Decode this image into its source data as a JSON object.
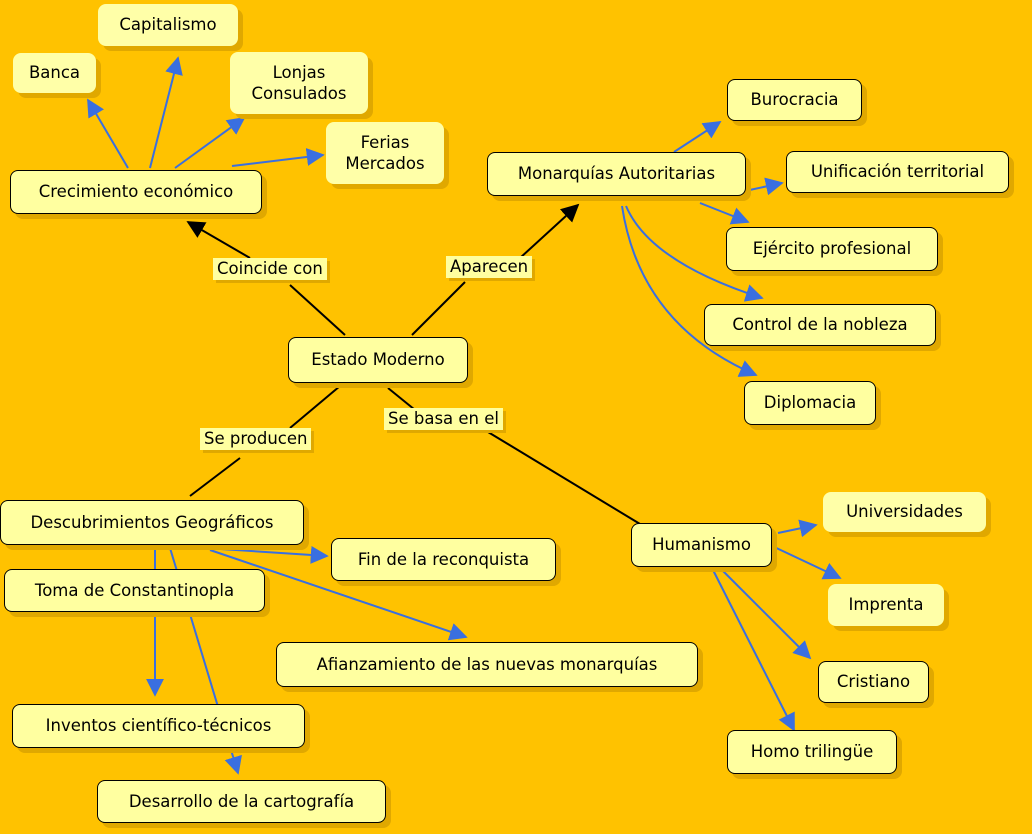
{
  "map": {
    "center": "Estado Moderno",
    "links": {
      "coincide": "Coincide con",
      "aparecen": "Aparecen",
      "producen": "Se producen",
      "basa": "Se basa en el"
    },
    "crecimiento": {
      "title": "Crecimiento económico",
      "banca": "Banca",
      "capitalismo": "Capitalismo",
      "lonjas": "Lonjas\nConsulados",
      "ferias": "Ferias\nMercados"
    },
    "monarquias": {
      "title": "Monarquías Autoritarias",
      "burocracia": "Burocracia",
      "unificacion": "Unificación territorial",
      "ejercito": "Ejército profesional",
      "nobleza": "Control de la nobleza",
      "diplomacia": "Diplomacia"
    },
    "descubrimientos": {
      "title": "Descubrimientos Geográficos",
      "constantinopla": "Toma de Constantinopla",
      "reconquista": "Fin de la reconquista",
      "afianzamiento": "Afianzamiento de las nuevas monarquías",
      "inventos": "Inventos científico-técnicos",
      "cartografia": "Desarrollo de la cartografía"
    },
    "humanismo": {
      "title": "Humanismo",
      "universidades": "Universidades",
      "imprenta": "Imprenta",
      "cristiano": "Cristiano",
      "homo": "Homo trilingüe"
    }
  },
  "colors": {
    "background": "#ffc200",
    "node": "#ffffa0",
    "arrow_blue": "#3a6fe0",
    "line_black": "#000000"
  }
}
